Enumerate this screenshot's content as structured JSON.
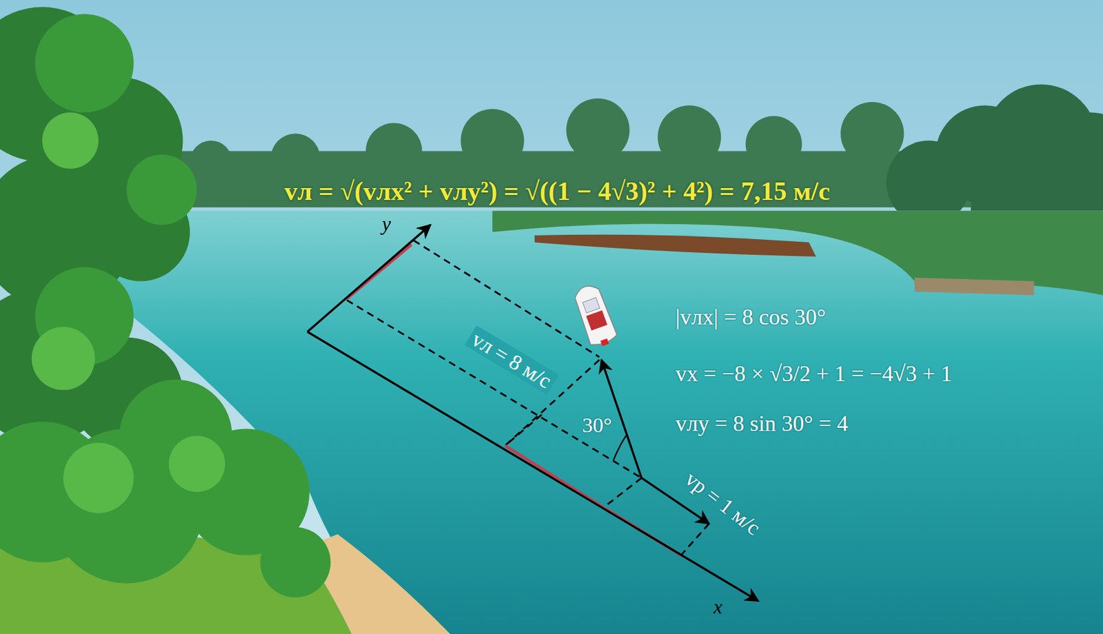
{
  "diagram": {
    "labels": [
      "vл = √(vлx² + vлy²) = √((1 − 4√3)² + 4²) = 7,15 м/с",
      "|vлx| = 8 cos 30°",
      "vx = −8 × √3/2 + 1 = −4√3 + 1",
      "vлy = 8 sin 30° = 4",
      "vл = 8 м/с",
      "30°",
      "vр = 1 м/с",
      "y",
      "x"
    ]
  }
}
